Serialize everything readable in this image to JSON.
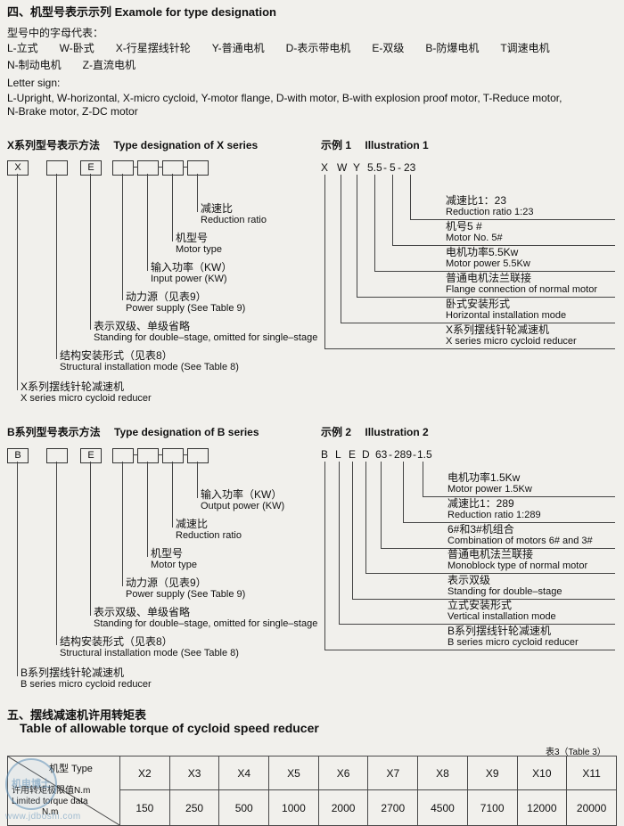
{
  "header": {
    "title_zh": "四、机型号表示示列",
    "title_en": "Examole for type designation",
    "letters_intro": "型号中的字母代表：",
    "letters_line1": "L-立式　　W-卧式　　X-行星摆线针轮　　Y-普通电机　　D-表示带电机　　E-双级　　B-防爆电机　　T调速电机",
    "letters_line2": "N-制动电机　　Z-直流电机",
    "letter_sign": "Letter sign:",
    "letters_en_line1": "L-Upright, W-horizontal, X-micro cycloid, Y-motor flange, D-with motor, B-with explosion proof motor, T-Reduce motor,",
    "letters_en_line2": "N-Brake motor, Z-DC motor"
  },
  "x_series": {
    "heading_zh": "X系列型号表示方法",
    "heading_en": "Type designation of X series",
    "boxes": [
      "X",
      "",
      "E",
      "",
      "",
      "",
      ""
    ],
    "labels": [
      {
        "zh": "减速比",
        "en": "Reduction ratio"
      },
      {
        "zh": "机型号",
        "en": "Motor type"
      },
      {
        "zh": "输入功率（KW）",
        "en": "Input power (KW)"
      },
      {
        "zh": "动力源（见表9）",
        "en": "Power supply (See Table 9)"
      },
      {
        "zh": "表示双级、单级省略",
        "en": "Standing for double–stage, omitted for single–stage"
      },
      {
        "zh": "结构安装形式（见表8）",
        "en": "Structural installation mode (See Table 8)"
      },
      {
        "zh": "X系列摆线针轮减速机",
        "en": "X series micro cycloid reducer"
      }
    ]
  },
  "illustration1": {
    "heading_zh": "示例 1",
    "heading_en": "Illustration 1",
    "tokens": [
      "X",
      "W",
      "Y",
      "5.5",
      "-",
      "5",
      "-",
      "23"
    ],
    "labels": [
      {
        "zh": "减速比1：23",
        "en": "Reduction ratio 1:23"
      },
      {
        "zh": "机号5 #",
        "en": "Motor No. 5#"
      },
      {
        "zh": "电机功率5.5Kw",
        "en": "Motor power 5.5Kw"
      },
      {
        "zh": "普通电机法兰联接",
        "en": "Flange connection of normal motor"
      },
      {
        "zh": "卧式安装形式",
        "en": "Horizontal installation mode"
      },
      {
        "zh": "X系列摆线针轮减速机",
        "en": "X series micro cycloid reducer"
      }
    ]
  },
  "b_series": {
    "heading_zh": "B系列型号表示方法",
    "heading_en": "Type designation of B series",
    "boxes": [
      "B",
      "",
      "E",
      "",
      "",
      "",
      ""
    ],
    "labels": [
      {
        "zh": "输入功率（KW）",
        "en": "Output power (KW)"
      },
      {
        "zh": "减速比",
        "en": "Reduction ratio"
      },
      {
        "zh": "机型号",
        "en": "Motor type"
      },
      {
        "zh": "动力源（见表9）",
        "en": "Power supply (See Table 9)"
      },
      {
        "zh": "表示双级、单级省略",
        "en": "Standing for double–stage, omitted for single–stage"
      },
      {
        "zh": "结构安装形式（见表8）",
        "en": "Structural installation mode (See Table 8)"
      },
      {
        "zh": "B系列摆线针轮减速机",
        "en": "B series micro cycloid reducer"
      }
    ]
  },
  "illustration2": {
    "heading_zh": "示例 2",
    "heading_en": "Illustration 2",
    "tokens": [
      "B",
      "L",
      "E",
      "D",
      "63",
      "-",
      "289",
      "-",
      "1.5"
    ],
    "labels": [
      {
        "zh": "电机功率1.5Kw",
        "en": "Motor power 1.5Kw"
      },
      {
        "zh": "减速比1：289",
        "en": "Reduction ratio 1:289"
      },
      {
        "zh": "6#和3#机组合",
        "en": "Combination of motors 6# and 3#"
      },
      {
        "zh": "普通电机法兰联接",
        "en": "Monoblock type of normal motor"
      },
      {
        "zh": "表示双级",
        "en": "Standing for double–stage"
      },
      {
        "zh": "立式安装形式",
        "en": "Vertical installation mode"
      },
      {
        "zh": "B系列摆线针轮减速机",
        "en": "B series micro cycloid reducer"
      }
    ]
  },
  "torque": {
    "heading_zh": "五、摆线减速机许用转矩表",
    "heading_en": "Table of allowable torque of cycloid speed reducer",
    "table_ref": "表3（Table 3）",
    "corner": {
      "top": "机型 Type",
      "line1": "许用转矩极限值N.m",
      "line2": "Limited torque data",
      "line3": "N.m"
    },
    "columns": [
      "X2",
      "X3",
      "X4",
      "X5",
      "X6",
      "X7",
      "X8",
      "X9",
      "X10",
      "X11"
    ],
    "values": [
      "150",
      "250",
      "500",
      "1000",
      "2000",
      "2700",
      "4500",
      "7100",
      "12000",
      "20000"
    ]
  },
  "watermark": {
    "logo_text": "机电博士",
    "url": "www.jdboshi.com"
  }
}
